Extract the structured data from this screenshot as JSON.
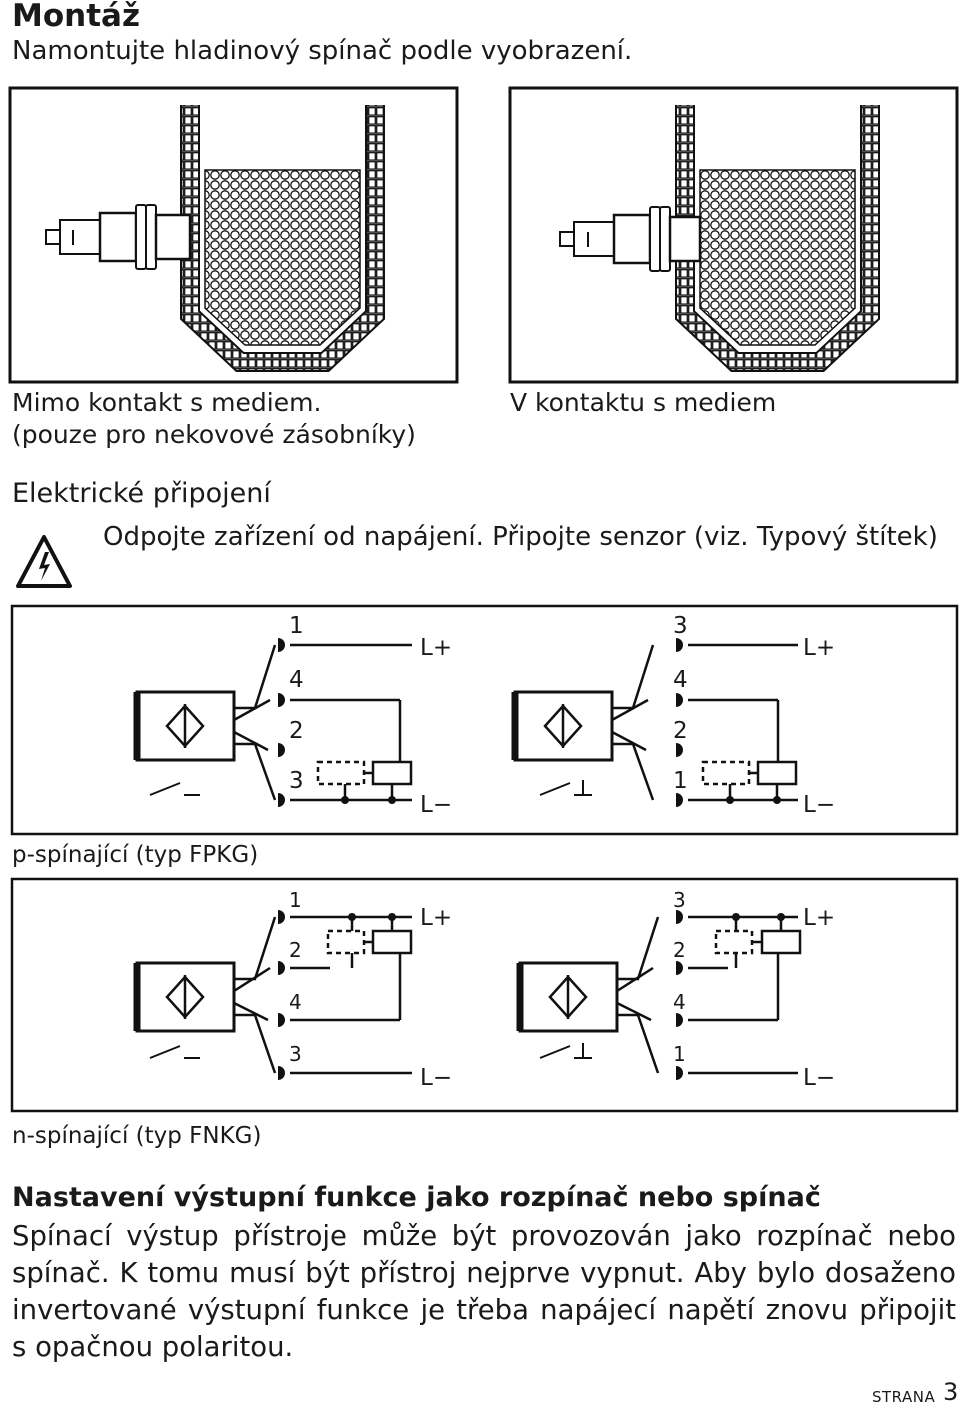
{
  "heading": "Montáž",
  "intro": "Namontujte hladinový spínač podle vyobrazení.",
  "mount_figures": [
    {
      "caption_line1": "Mimo kontakt s mediem.",
      "caption_line2": "(pouze pro nekovové zásobníky)"
    },
    {
      "caption_line1": "V kontaktu s mediem"
    }
  ],
  "electrical": {
    "heading": "Elektrické připojení",
    "warning_icon": "electric-hazard-warning-icon",
    "warning_text": "Odpojte zařízení od napájení. Připojte senzor (viz. Typový štítek)"
  },
  "wiring": {
    "p_label": "p-spínající (typ FPKG)",
    "n_label": "n-spínající (typ FNKG)",
    "supply_plus": "L+",
    "supply_minus": "L−",
    "p_left_pins": [
      "1",
      "4",
      "2",
      "3"
    ],
    "p_right_pins": [
      "3",
      "4",
      "2",
      "1"
    ],
    "n_left_pins": [
      "1",
      "2",
      "4",
      "3"
    ],
    "n_right_pins": [
      "3",
      "2",
      "4",
      "1"
    ]
  },
  "output_function": {
    "heading": "Nastavení výstupní funkce jako rozpínač nebo spínač",
    "text": "Spínací výstup přístroje může být provozován jako rozpínač nebo spínač. K tomu musí být přístroj nejprve vypnut. Aby bylo dosaženo invertované výstupní funkce je třeba napájecí napětí znovu připojit s opačnou polaritou."
  },
  "footer": {
    "page_label": "STRANA",
    "page_number": "3"
  }
}
